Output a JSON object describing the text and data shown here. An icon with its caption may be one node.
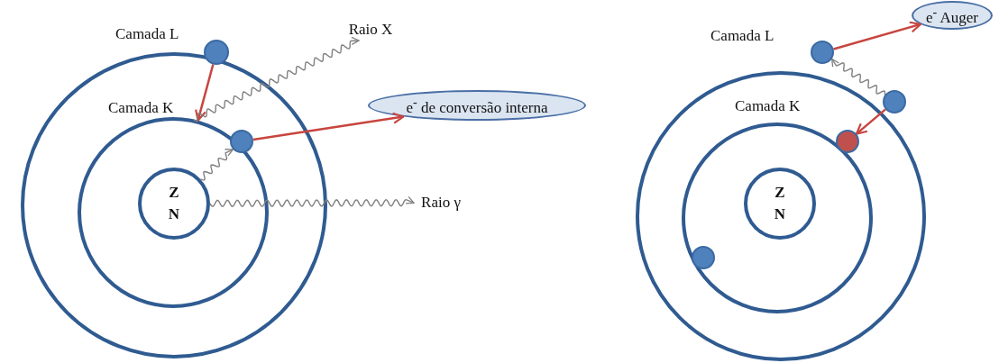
{
  "diagram": {
    "nodes": [
      {
        "text": [],
        "shape": "circle"
      },
      {
        "text": [],
        "shape": "circle",
        "in": 0
      },
      {
        "text": [
          "Z",
          "N"
        ],
        "in": 1
      },
      {
        "text": [],
        "shape": "circle"
      },
      {
        "text": [],
        "shape": "circle",
        "in": 1
      },
      {
        "text": [
          "e$^{-}$ de conversão interna"
        ]
      },
      {
        "text": [
          "Raio X"
        ]
      },
      {
        "text": [
          "Raio γ"
        ]
      },
      {
        "text": [],
        "shape": "circle"
      },
      {
        "text": [],
        "shape": "circle",
        "in": 8
      },
      {
        "text": [
          "Z",
          "N"
        ],
        "in": 9
      },
      {
        "text": [],
        "shape": "circle"
      },
      {
        "text": [],
        "shape": "circle",
        "in": 8
      },
      {
        "text": [],
        "shape": "circle",
        "in": 9
      },
      {
        "text": [],
        "shape": "circle",
        "in": 9
      },
      {
        "text": [
          "e$^{-}$ Auger"
        ]
      }
    ],
    "edges": [
      {
        "from": 3,
        "to": 1,
        "arrow": "to"
      },
      {
        "from": 1,
        "to": 6,
        "arrow": "to",
        "color": "#808080"
      },
      {
        "from": 4,
        "to": 5,
        "arrow": "to"
      },
      {
        "from": 2,
        "to": 4,
        "arrow": "to",
        "color": "#808080"
      },
      {
        "from": 2,
        "to": 7,
        "arrow": "to",
        "color": "#808080"
      },
      {
        "from": 11,
        "to": 15,
        "arrow": "to"
      },
      {
        "from": 12,
        "to": 11,
        "arrow": "to",
        "color": "#808080"
      },
      {
        "from": 12,
        "to": 13,
        "arrow": "to"
      }
    ],
    "labels": [
      "Camada L",
      "Camada K",
      "Camada L",
      "Camada K"
    ]
  }
}
